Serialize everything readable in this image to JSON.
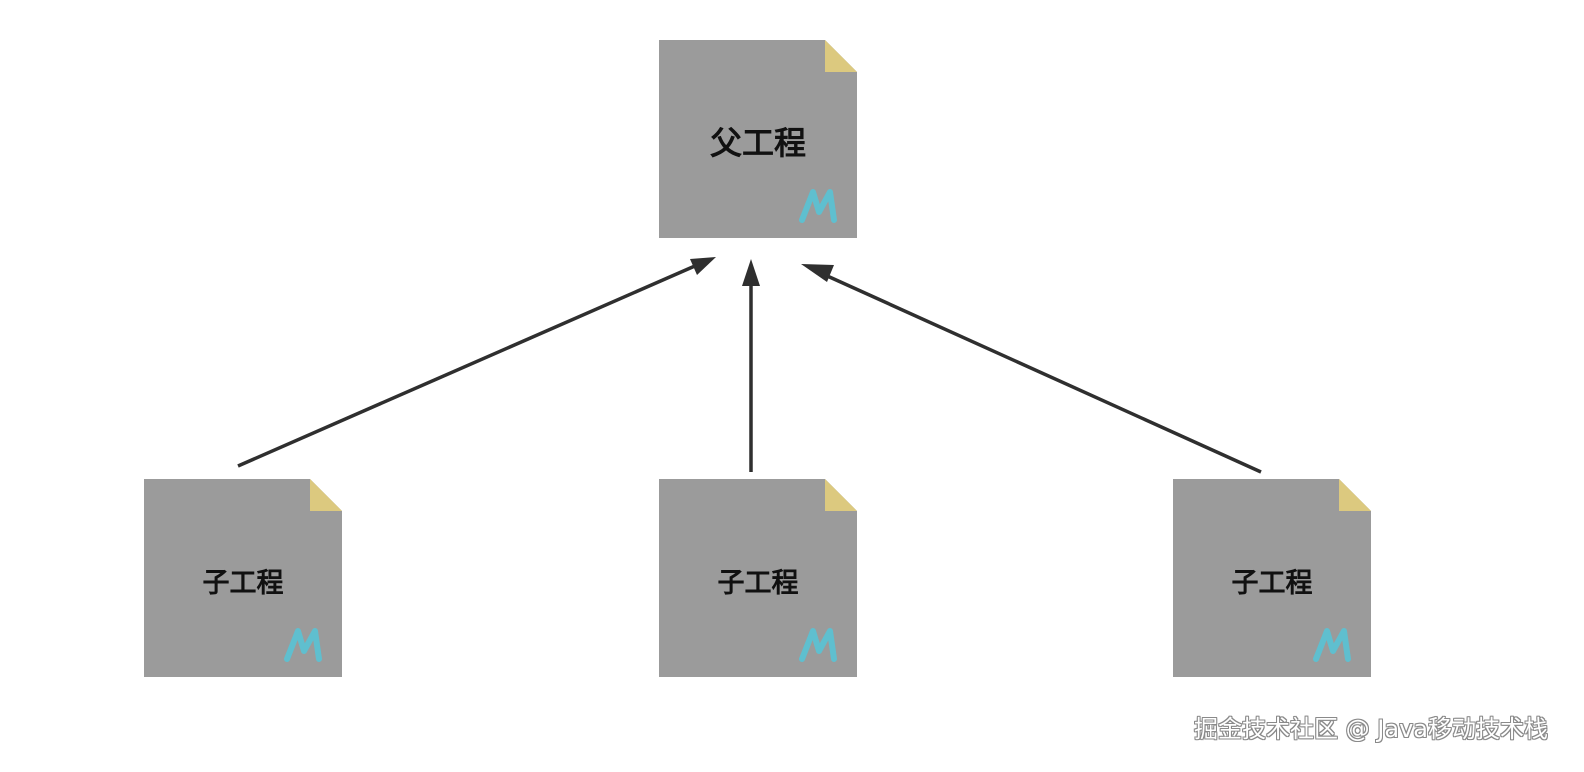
{
  "diagram": {
    "parent": {
      "label": "父工程",
      "icon": "maven-m-icon"
    },
    "children": [
      {
        "label": "子工程",
        "icon": "maven-m-icon"
      },
      {
        "label": "子工程",
        "icon": "maven-m-icon"
      },
      {
        "label": "子工程",
        "icon": "maven-m-icon"
      }
    ],
    "edges": [
      {
        "from": "children.0",
        "to": "parent"
      },
      {
        "from": "children.1",
        "to": "parent"
      },
      {
        "from": "children.2",
        "to": "parent"
      }
    ]
  },
  "colors": {
    "box": "#9b9b9b",
    "fold": "#dcc97f",
    "logo": "#5fbfcf",
    "arrow": "#2f2f2f"
  },
  "watermark": "掘金技术社区 @ Java移动技术栈"
}
